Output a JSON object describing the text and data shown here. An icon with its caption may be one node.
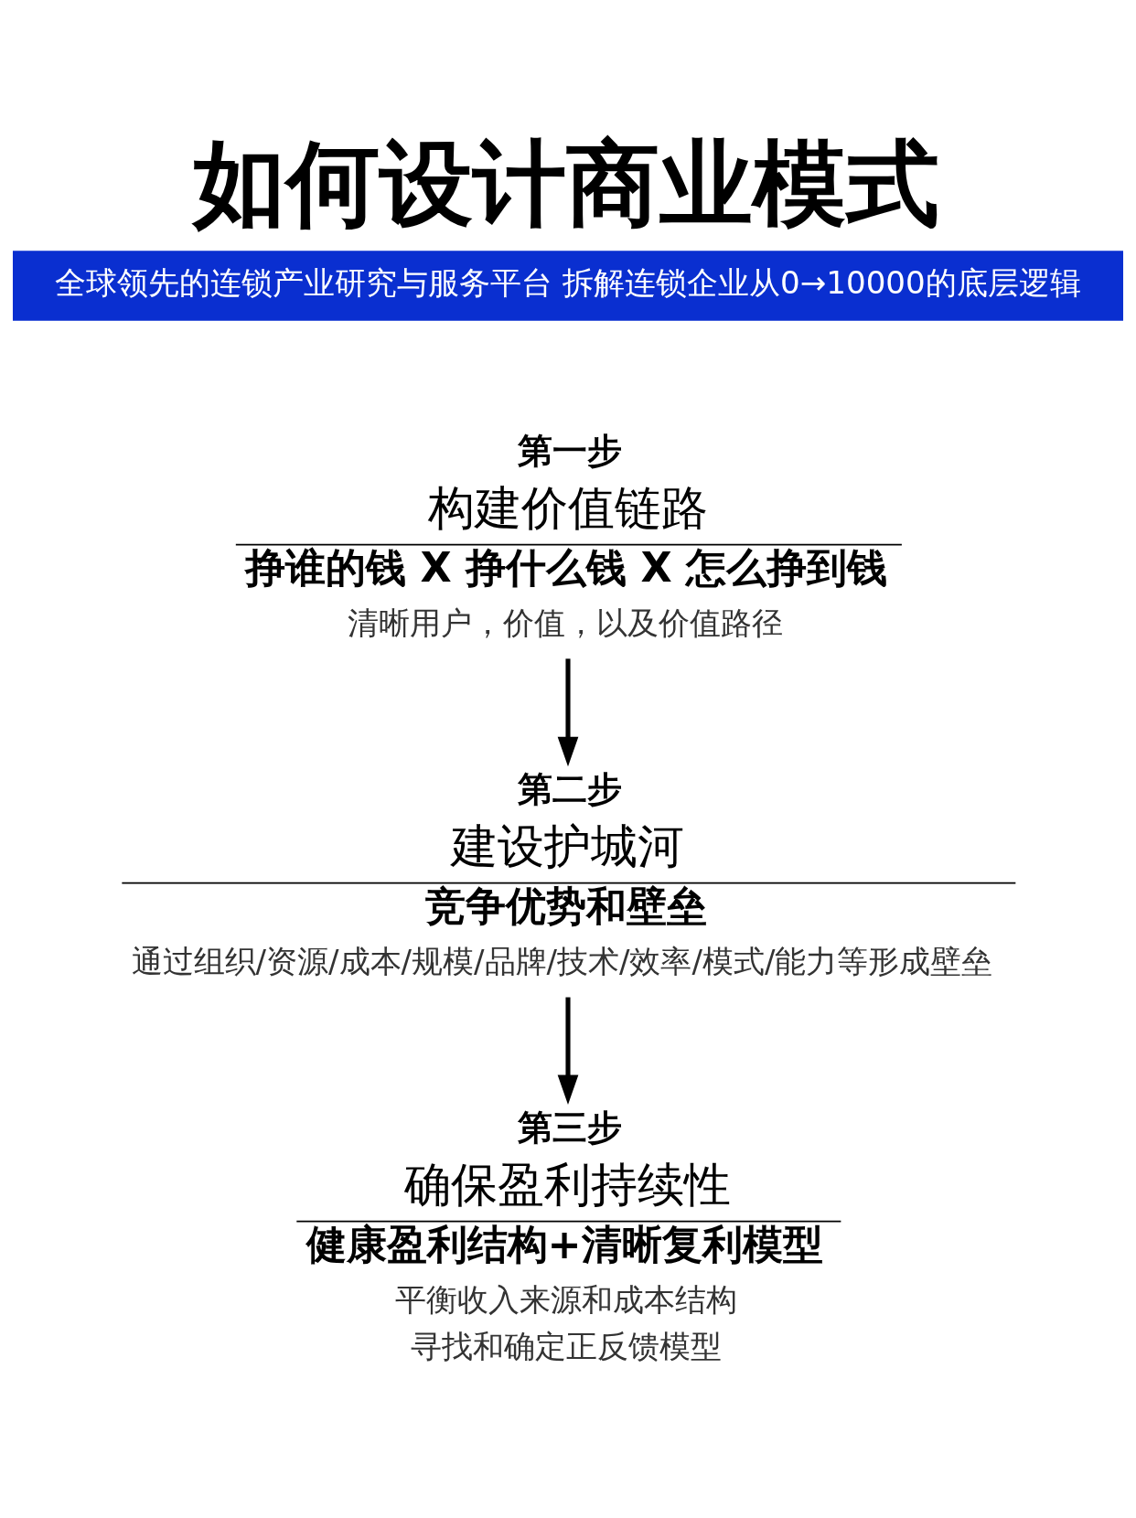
{
  "diagram": {
    "title": "如何设计商业模式",
    "nodes": [
      {
        "text": [
          "第一步",
          "构建价值链路",
          "挣谁的钱 X 挣什么钱 X 怎么挣到钱",
          "清晰用户，价值，以及价值路径"
        ]
      },
      {
        "text": [
          "第二步",
          "建设护城河",
          "竞争优势和壁垒",
          "通过组织/资源/成本/规模/品牌/技术/效率/模式/能力等形成壁垒"
        ]
      },
      {
        "text": [
          "第三步",
          "确保盈利持续性",
          "健康盈利结构+清晰复利模型",
          "平衡收入来源和成本结构",
          "寻找和确定正反馈模型"
        ]
      }
    ],
    "edges": [
      {
        "from": 0,
        "to": 1,
        "arrow": "to"
      },
      {
        "from": 1,
        "to": 2,
        "arrow": "to"
      }
    ],
    "labels": [
      "全球领先的连锁产业研究与服务平台 拆解连锁企业从0→10000的底层逻辑"
    ]
  }
}
